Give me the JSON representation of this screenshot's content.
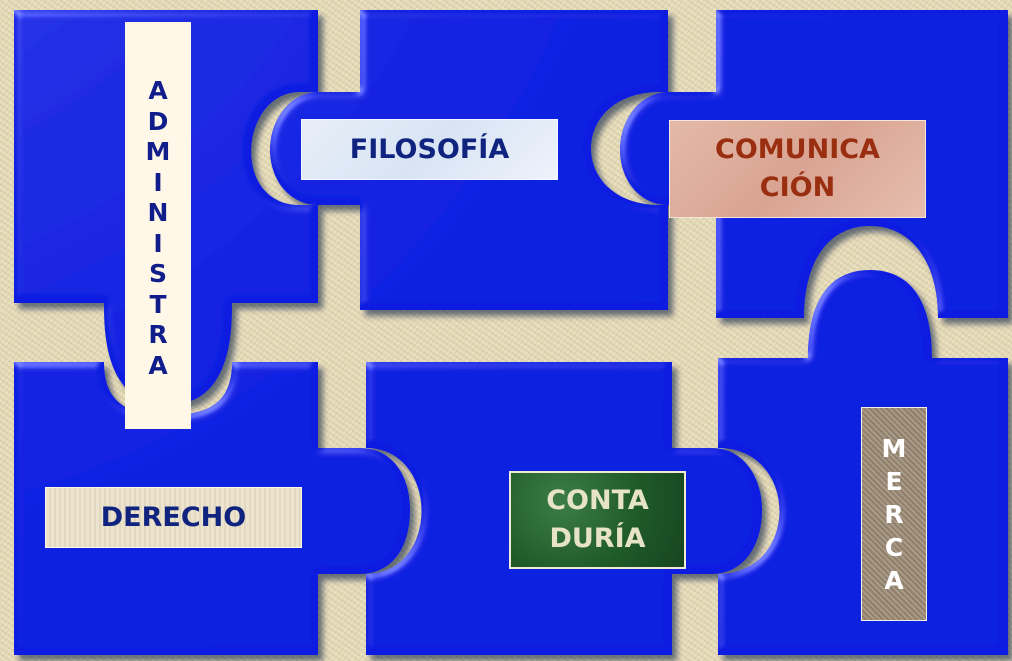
{
  "colors": {
    "background": "#e6dcb8",
    "piece": "#0b1ee0",
    "piece_highlight": "#5a6cff",
    "piece_shadow": "#000a6a"
  },
  "pieces": [
    {
      "id": "administracion",
      "letters": [
        "A",
        "D",
        "M",
        "I",
        "N",
        "I",
        "S",
        "T",
        "R",
        "A"
      ]
    },
    {
      "id": "filosofia",
      "text": "FILOSOFÍA"
    },
    {
      "id": "comunicacion",
      "text": "COMUNICA\nCIÓN"
    },
    {
      "id": "derecho",
      "text": "DERECHO"
    },
    {
      "id": "contaduria",
      "text": "CONTA\nDURÍA"
    },
    {
      "id": "mercadotecnia",
      "letters": [
        "M",
        "E",
        "R",
        "C",
        "A"
      ]
    }
  ]
}
